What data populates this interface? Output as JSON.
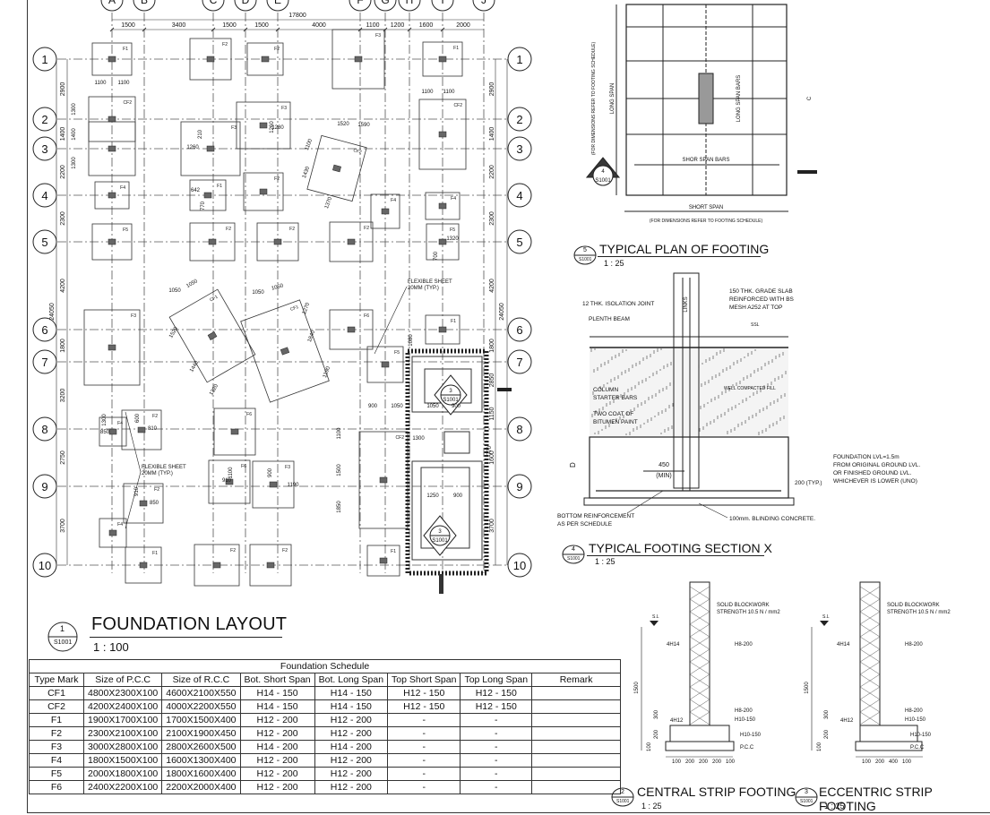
{
  "plan": {
    "title": "FOUNDATION LAYOUT",
    "scale": "1 : 100",
    "callout_no": "1",
    "callout_sheet": "S1001",
    "grid_x": [
      "A",
      "B",
      "C",
      "D",
      "E",
      "F",
      "G",
      "H",
      "I",
      "J"
    ],
    "grid_y": [
      "1",
      "2",
      "3",
      "4",
      "5",
      "6",
      "7",
      "8",
      "9",
      "10"
    ],
    "top_dims": [
      "1500",
      "3400",
      "1500",
      "1500",
      "4000",
      "1100",
      "1200",
      "1600",
      "2000"
    ],
    "overall_dim": "17800",
    "left_dims": [
      "2900",
      "1400",
      "2200",
      "2300",
      "4200",
      "1800",
      "3200",
      "2750",
      "3700"
    ],
    "side_total": "24050",
    "right_dims": [
      "2900",
      "1400",
      "2200",
      "2300",
      "4200",
      "1800",
      "2850",
      "1150",
      "1600",
      "3700"
    ],
    "footings": [
      "F1",
      "F2",
      "F3",
      "F4",
      "F5",
      "F6",
      "CF1",
      "CF2"
    ],
    "notes": [
      "FLEXIBLE SHEET 20MM (TYP.)"
    ],
    "callouts": [
      {
        "no": "3",
        "sheet": "S1001"
      }
    ],
    "misc_dims": [
      "1100",
      "1100",
      "1300",
      "1400",
      "1300",
      "1260",
      "1280",
      "1260",
      "210",
      "642",
      "770",
      "1100",
      "1100",
      "1050",
      "1050",
      "1050",
      "1050",
      "1270",
      "1840",
      "1190",
      "1520",
      "1590",
      "1100",
      "1430",
      "1520",
      "1440",
      "1320",
      "1370",
      "1080",
      "900",
      "1050",
      "1050",
      "900",
      "1300",
      "1100",
      "1500",
      "1850",
      "1250",
      "900",
      "1300",
      "600",
      "850",
      "810",
      "910",
      "850",
      "910",
      "1100",
      "900",
      "1190",
      "1320",
      "700",
      "770"
    ]
  },
  "schedule": {
    "caption": "Foundation Schedule",
    "headers": [
      "Type Mark",
      "Size of P.C.C",
      "Size of R.C.C",
      "Bot. Short Span",
      "Bot. Long Span",
      "Top Short Span",
      "Top Long Span",
      "Remark"
    ],
    "rows": [
      [
        "CF1",
        "4800X2300X100",
        "4600X2100X550",
        "H14 - 150",
        "H14 - 150",
        "H12 - 150",
        "H12 - 150",
        ""
      ],
      [
        "CF2",
        "4200X2400X100",
        "4000X2200X550",
        "H14 - 150",
        "H14 - 150",
        "H12 - 150",
        "H12 - 150",
        ""
      ],
      [
        "F1",
        "1900X1700X100",
        "1700X1500X400",
        "H12 - 200",
        "H12 - 200",
        "-",
        "-",
        ""
      ],
      [
        "F2",
        "2300X2100X100",
        "2100X1900X450",
        "H12 - 200",
        "H12 - 200",
        "-",
        "-",
        ""
      ],
      [
        "F3",
        "3000X2800X100",
        "2800X2600X500",
        "H14 - 200",
        "H14 - 200",
        "-",
        "-",
        ""
      ],
      [
        "F4",
        "1800X1500X100",
        "1600X1300X400",
        "H12 - 200",
        "H12 - 200",
        "-",
        "-",
        ""
      ],
      [
        "F5",
        "2000X1800X100",
        "1800X1600X400",
        "H12 - 200",
        "H12 - 200",
        "-",
        "-",
        ""
      ],
      [
        "F6",
        "2400X2200X100",
        "2200X2000X400",
        "H12 - 200",
        "H12 - 200",
        "-",
        "-",
        ""
      ]
    ]
  },
  "plan_detail": {
    "title": "TYPICAL PLAN OF FOOTING",
    "scale": "1 : 25",
    "no": "5",
    "sheet": "S1001",
    "labels": {
      "long_span": "LONG SPAN",
      "long_ref": "(FOR DIMENSIONS REFER TO FOOTING SCHEDULE)",
      "long_bars": "LONG SPAN BARS",
      "short_bars": "SHOR SPAN BARS",
      "short_span": "SHORT SPAN",
      "short_ref": "(FOR DIMENSIONS REFER TO FOOTING SCHEDULE)",
      "c": "C",
      "sec_no": "4",
      "sec_sheet": "S1001"
    }
  },
  "section_detail": {
    "title": "TYPICAL FOOTING SECTION X",
    "scale": "1 : 25",
    "no": "4",
    "sheet": "S1001",
    "labels": {
      "isolation": "12 THK. ISOLATION JOINT",
      "plinth": "PLENTH BEAM",
      "links": "LINKS",
      "slab": "150 THK. GRADE SLAB REINFORCED WITH BS MESH A252 AT TOP",
      "ssl": "SSL",
      "column": "COLUMN STARTER BARS",
      "compacted": "WELL COMPACTED FILL",
      "bitumen": "TWO COAT OF BITUMEN PAINT",
      "d": "D",
      "dim450": "450",
      "min": "(MIN)",
      "typ200": "200 (TYP.)",
      "found_lvl": "FOUNDATION LVL=1.5m FROM ORIGINAL GROUND LVL. OR FINISHED GROUND LVL. WHICHEVER IS LOWER (UNO)",
      "bottom": "BOTTOM REINFORCEMENT AS PER SCHEDULE",
      "blinding": "100mm. BLINDING CONCRETE."
    }
  },
  "strip1": {
    "title": "CENTRAL STRIP FOOTING",
    "scale": "1 : 25",
    "no": "2",
    "sheet": "S1001",
    "labels": {
      "block": "SOLID BLOCKWORK STRENGTH 10.5 N / mm2",
      "sl": "S.L",
      "h14": "4H14",
      "h8": "H8-200",
      "h8b": "H8-200",
      "h12": "4H12",
      "h10": "H10-150",
      "h10b": "H10-150",
      "pcc": "P.C.C",
      "d1500": "1500",
      "d300": "300",
      "d200": "200",
      "d100": "100",
      "bottom_dims": [
        "100",
        "200",
        "200",
        "200",
        "100"
      ]
    }
  },
  "strip2": {
    "title": "ECCENTRIC STRIP FOOTING",
    "scale": "1 : 25",
    "no": "3",
    "sheet": "S1001",
    "labels": {
      "block": "SOLID BLOCKWORK STRENGTH 10.5 N / mm2",
      "sl": "S.L",
      "h14": "4H14",
      "h8": "H8-200",
      "h8b": "H8-200",
      "h12": "4H12",
      "h10": "H10-150",
      "h10b": "H10-150",
      "pcc": "P.C.C",
      "d1500": "1500",
      "d300": "300",
      "d200": "200",
      "d100": "100",
      "bottom_dims": [
        "100",
        "200",
        "400",
        "100"
      ]
    }
  }
}
